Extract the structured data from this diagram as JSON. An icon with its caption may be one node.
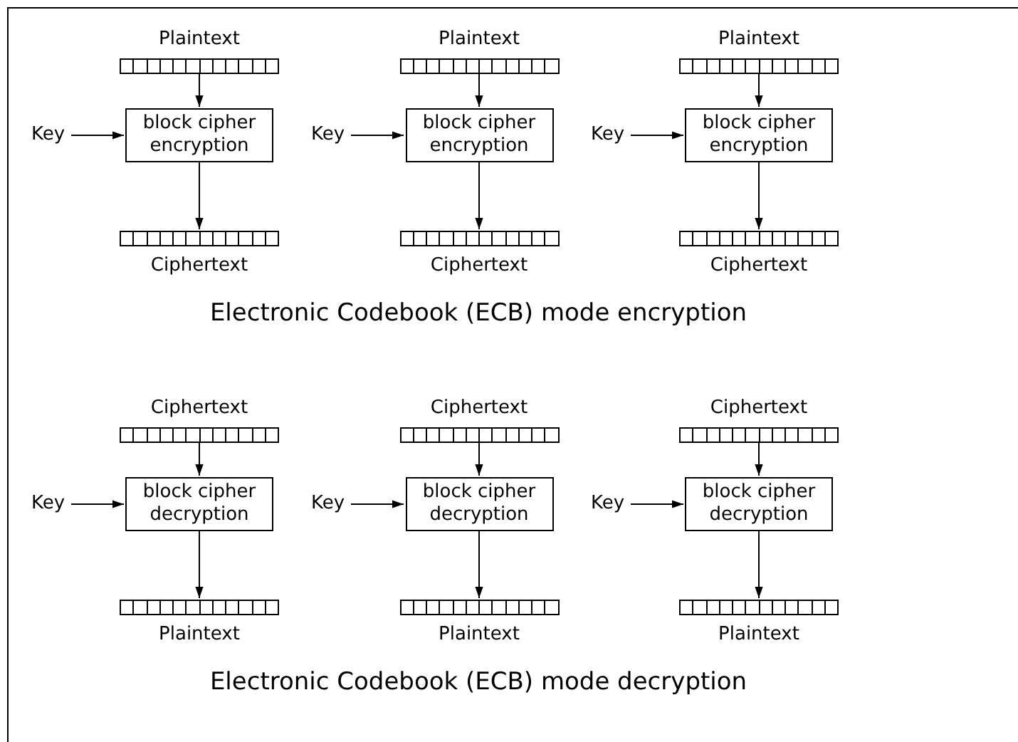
{
  "diagram": {
    "nodes": [
      {
        "text": [
          "Plaintext"
        ]
      },
      {
        "text": [
          "block cipher encryption"
        ]
      },
      {
        "text": [
          "Ciphertext"
        ]
      },
      {
        "text": [
          "Key"
        ]
      },
      {
        "text": [
          "Plaintext"
        ]
      },
      {
        "text": [
          "block cipher encryption"
        ]
      },
      {
        "text": [
          "Ciphertext"
        ]
      },
      {
        "text": [
          "Key"
        ]
      },
      {
        "text": [
          "Plaintext"
        ]
      },
      {
        "text": [
          "block cipher encryption"
        ]
      },
      {
        "text": [
          "Ciphertext"
        ]
      },
      {
        "text": [
          "Key"
        ]
      },
      {
        "text": [
          "Ciphertext"
        ]
      },
      {
        "text": [
          "block cipher decryption"
        ]
      },
      {
        "text": [
          "Plaintext"
        ]
      },
      {
        "text": [
          "Key"
        ]
      },
      {
        "text": [
          "Ciphertext"
        ]
      },
      {
        "text": [
          "block cipher decryption"
        ]
      },
      {
        "text": [
          "Plaintext"
        ]
      },
      {
        "text": [
          "Key"
        ]
      },
      {
        "text": [
          "Ciphertext"
        ]
      },
      {
        "text": [
          "block cipher decryption"
        ]
      },
      {
        "text": [
          "Plaintext"
        ]
      },
      {
        "text": [
          "Key"
        ]
      }
    ],
    "edges": [
      {
        "from": 0,
        "to": 1,
        "arrow": "to"
      },
      {
        "from": 3,
        "to": 1,
        "arrow": "to"
      },
      {
        "from": 1,
        "to": 2,
        "arrow": "to"
      },
      {
        "from": 4,
        "to": 5,
        "arrow": "to"
      },
      {
        "from": 7,
        "to": 5,
        "arrow": "to"
      },
      {
        "from": 5,
        "to": 6,
        "arrow": "to"
      },
      {
        "from": 8,
        "to": 9,
        "arrow": "to"
      },
      {
        "from": 11,
        "to": 9,
        "arrow": "to"
      },
      {
        "from": 9,
        "to": 10,
        "arrow": "to"
      },
      {
        "from": 12,
        "to": 13,
        "arrow": "to"
      },
      {
        "from": 15,
        "to": 13,
        "arrow": "to"
      },
      {
        "from": 13,
        "to": 14,
        "arrow": "to"
      },
      {
        "from": 16,
        "to": 17,
        "arrow": "to"
      },
      {
        "from": 19,
        "to": 17,
        "arrow": "to"
      },
      {
        "from": 17,
        "to": 18,
        "arrow": "to"
      },
      {
        "from": 20,
        "to": 21,
        "arrow": "to"
      },
      {
        "from": 23,
        "to": 21,
        "arrow": "to"
      },
      {
        "from": 21,
        "to": 22,
        "arrow": "to"
      }
    ],
    "labels": [
      "Electronic Codebook (ECB) mode encryption",
      "Electronic Codebook (ECB) mode decryption"
    ]
  }
}
